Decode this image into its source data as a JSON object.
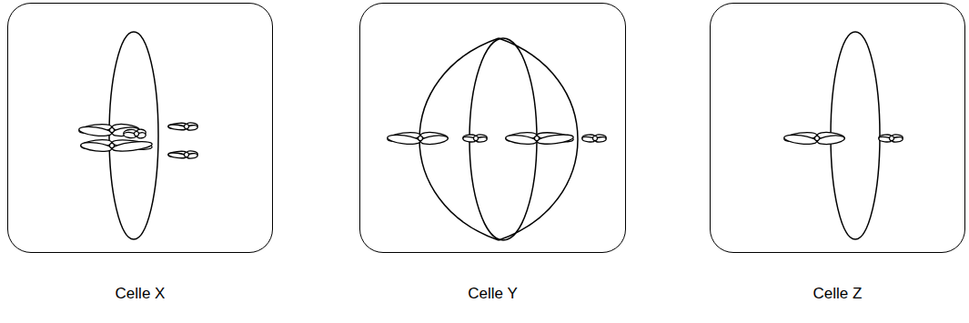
{
  "diagram": {
    "nodes": [
      {
        "text": [
          "Celle X"
        ]
      },
      {
        "text": [
          "Celle Y"
        ]
      },
      {
        "text": [
          "Celle Z"
        ]
      }
    ]
  }
}
